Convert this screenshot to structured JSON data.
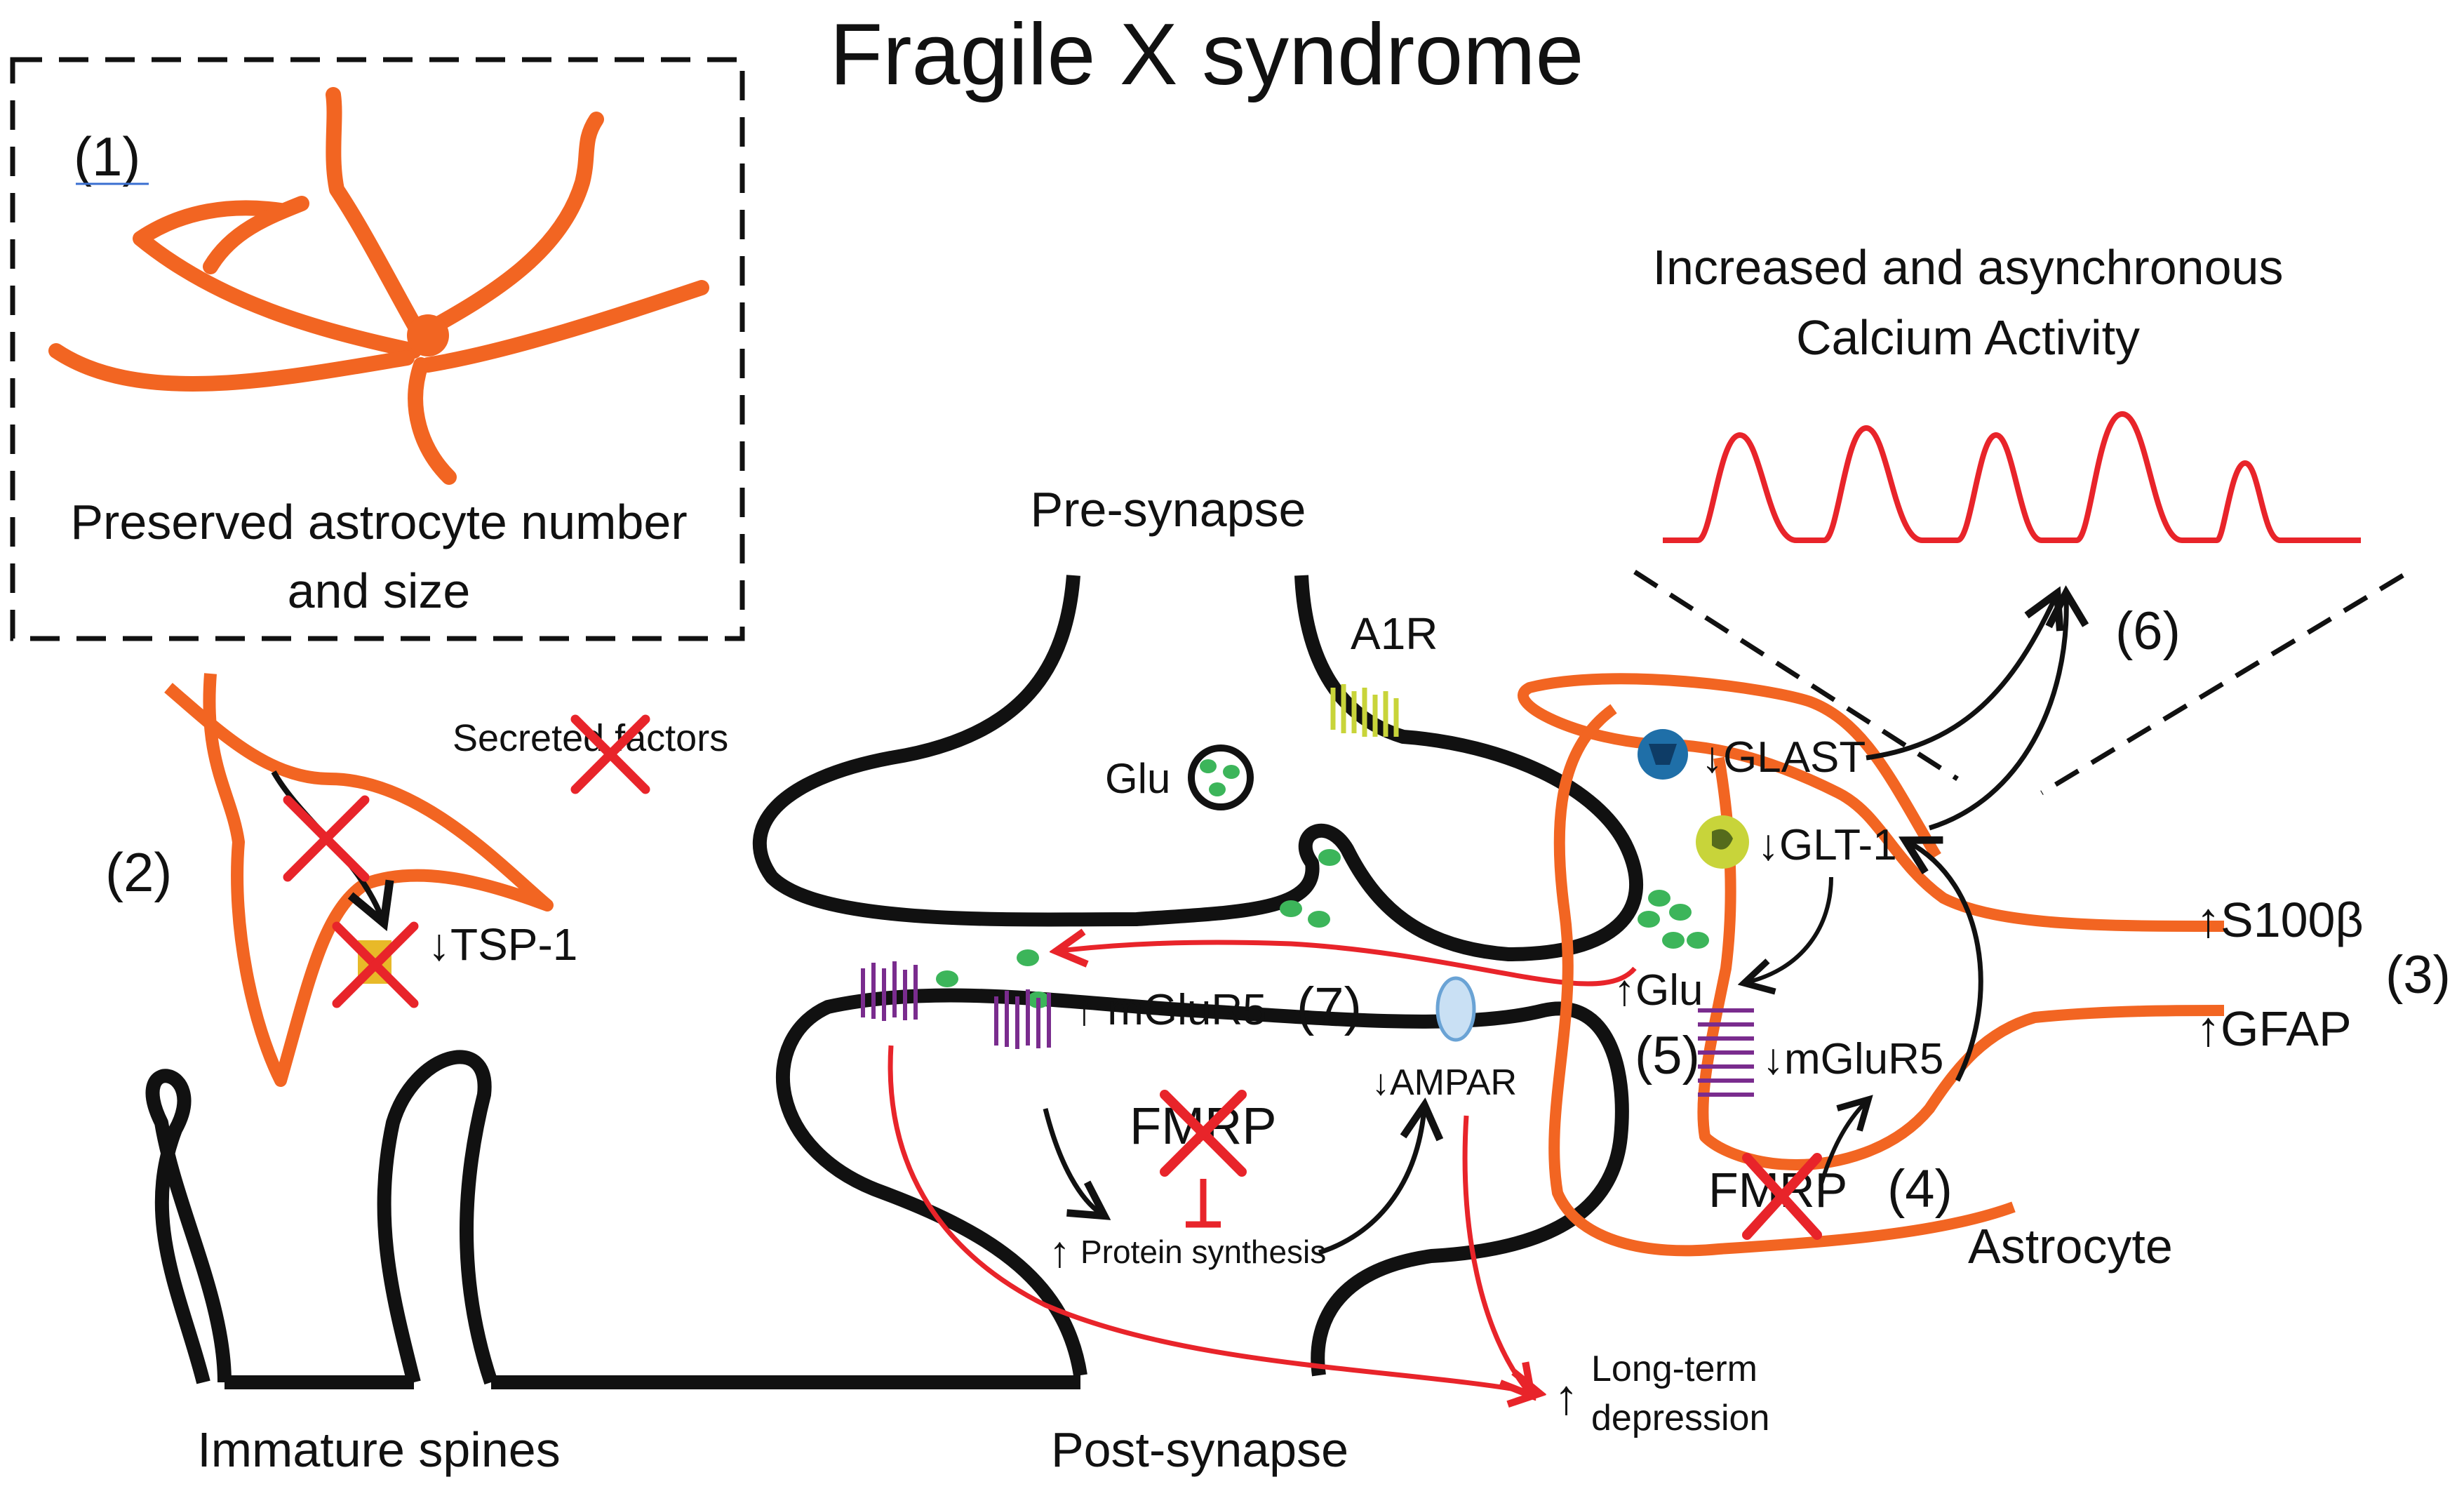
{
  "title": "Fragile X syndrome",
  "colors": {
    "astrocyte": "#F26522",
    "neuron": "#111111",
    "inhibition": "#E8242A",
    "calcium_trace": "#E8242A",
    "vesicle": "#3CB55A",
    "receptor_mglur5": "#7A2C8E",
    "a1r": "#C8D43A",
    "glast": "#1F6FA8",
    "glt1": "#B9C92F",
    "ampar": "#9EC8EA"
  },
  "panel1": {
    "number": "(1)",
    "caption_line1": "Preserved astrocyte number",
    "caption_line2": "and size"
  },
  "panel2": {
    "number": "(2)",
    "secreted_factors": "Secreted factors",
    "tsp1": "↓TSP-1",
    "immature_spines": "Immature spines"
  },
  "synapse": {
    "pre_synapse": "Pre-synapse",
    "post_synapse": "Post-synapse",
    "a1r": "A1R",
    "glu_vesicle": "Glu",
    "mglur5_post": "↑ mGluR5",
    "number7": "(7)",
    "fmrp": "FMRP",
    "ampar": "↓AMPAR",
    "protein_synthesis": "Protein synthesis",
    "protein_synthesis_arrow": "↑",
    "ltd_arrow": "↑",
    "ltd_line1": "Long-term",
    "ltd_line2": "depression"
  },
  "astrocyte": {
    "label": "Astrocyte",
    "glast": "↓GLAST",
    "glt1": "↓GLT-1",
    "glu": "↑Glu",
    "number5": "(5)",
    "mglur5": "↓mGluR5",
    "fmrp": "FMRP",
    "number4": "(4)",
    "s100b": "↑S100β",
    "gfap": "↑GFAP",
    "number3": "(3)",
    "number6": "(6)"
  },
  "calcium": {
    "line1": "Increased and asynchronous",
    "line2": "Calcium Activity"
  },
  "icons": [
    "astrocyte-cell-icon",
    "x-mark-icon",
    "receptor-icon",
    "transporter-icon",
    "vesicle-icon",
    "calcium-trace-icon"
  ]
}
